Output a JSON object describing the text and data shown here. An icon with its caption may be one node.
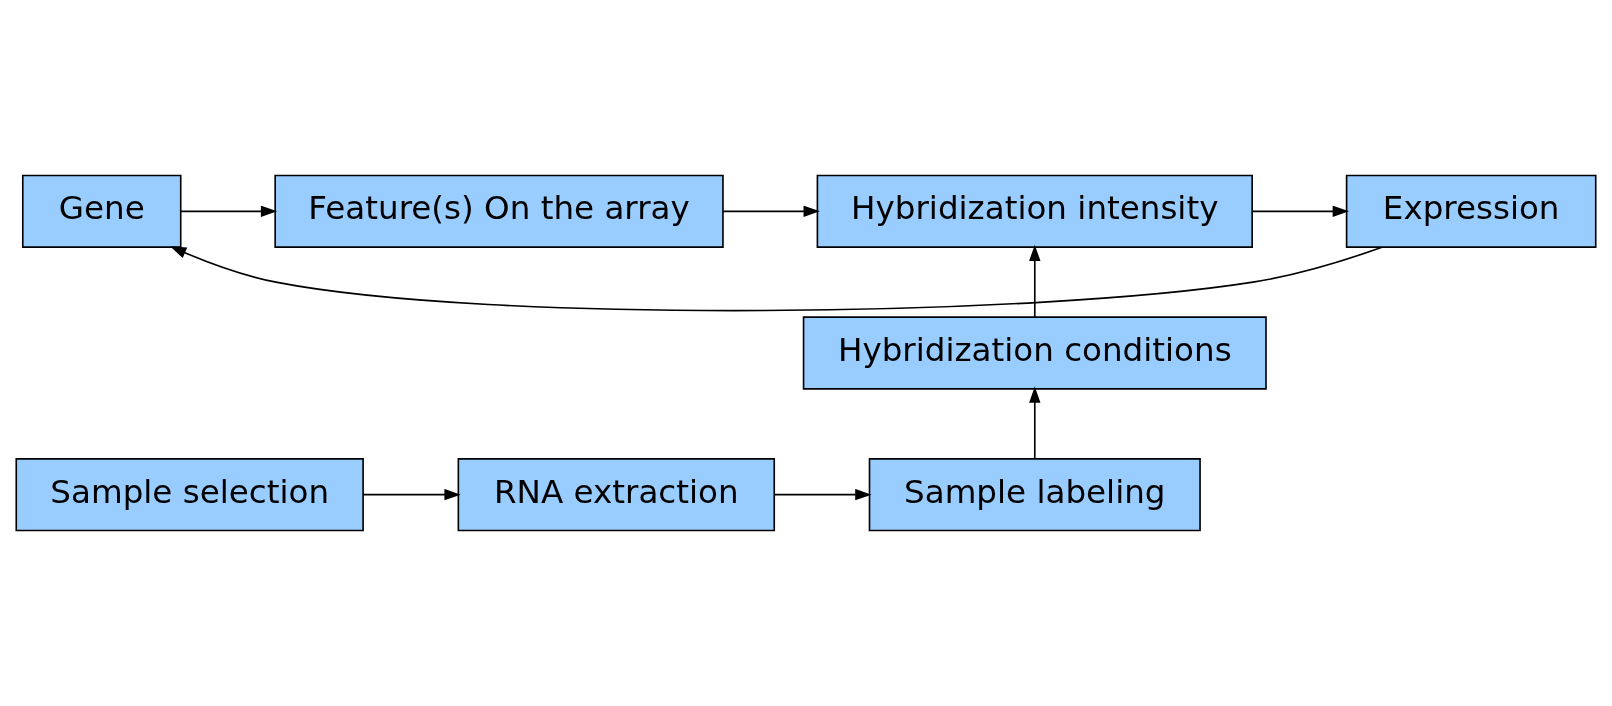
{
  "diagram": {
    "nodes": [
      {
        "text": [
          "Gene"
        ]
      },
      {
        "text": [
          "Feature(s) On the array"
        ]
      },
      {
        "text": [
          "Hybridization intensity"
        ]
      },
      {
        "text": [
          "Expression"
        ]
      },
      {
        "text": [
          "Hybridization conditions"
        ]
      },
      {
        "text": [
          "Sample selection"
        ]
      },
      {
        "text": [
          "RNA extraction"
        ]
      },
      {
        "text": [
          "Sample labeling"
        ]
      }
    ],
    "edges": [
      {
        "from": 0,
        "to": 1,
        "arrow": "to"
      },
      {
        "from": 1,
        "to": 2,
        "arrow": "to"
      },
      {
        "from": 2,
        "to": 3,
        "arrow": "to"
      },
      {
        "from": 3,
        "to": 0,
        "arrow": "to"
      },
      {
        "from": 5,
        "to": 6,
        "arrow": "to"
      },
      {
        "from": 6,
        "to": 7,
        "arrow": "to"
      },
      {
        "from": 7,
        "to": 4,
        "arrow": "to"
      },
      {
        "from": 4,
        "to": 2,
        "arrow": "to"
      }
    ]
  }
}
